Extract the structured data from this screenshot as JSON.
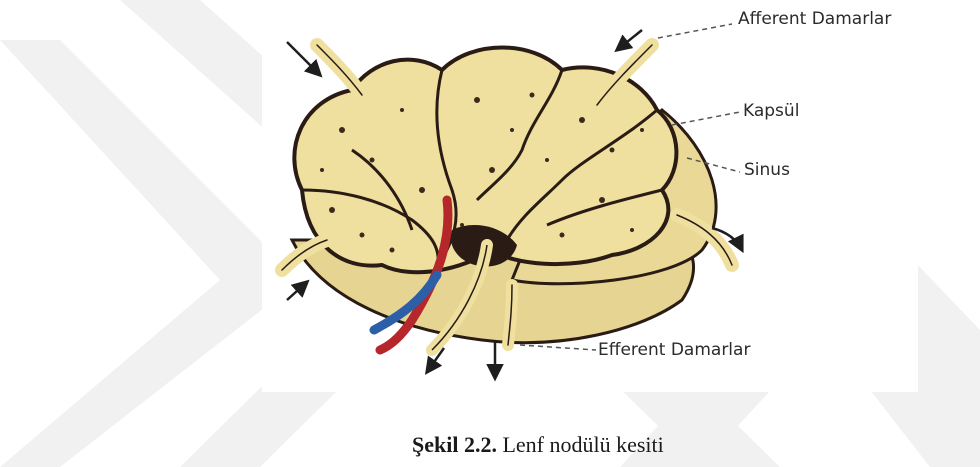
{
  "labels": {
    "afferent": "Afferent Damarlar",
    "kapsul": "Kapsül",
    "sinus": "Sinus",
    "efferent": "Efferent Damarlar"
  },
  "caption": {
    "number": "Şekil 2.2.",
    "text": " Lenf nodülü kesiti"
  },
  "colors": {
    "tissue": "#efe0a0",
    "outline": "#2a1c14",
    "capsule": "#e6d492",
    "artery": "#b5272a",
    "vein": "#2d5fa8",
    "watermark": "#f2f2f2"
  }
}
